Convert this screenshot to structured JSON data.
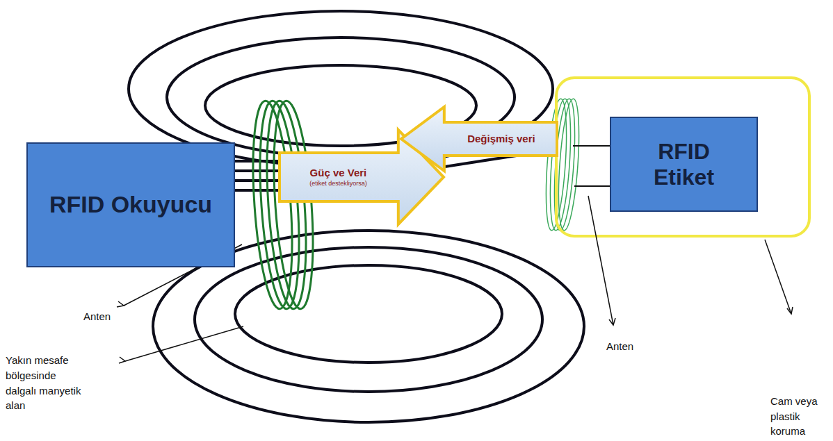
{
  "diagram": {
    "nodes": [
      {
        "text": [
          "RFID Okuyucu"
        ]
      },
      {
        "text": [
          "Güç ve Veri",
          "(etiket destekliyorsa)"
        ]
      },
      {
        "text": [
          "Değişmiş veri"
        ]
      },
      {
        "text": [
          "RFID Etiket"
        ]
      }
    ],
    "labels": [
      "Anten",
      "Yakın mesafe bölgesinde dalgalı manyetik alan",
      "Anten",
      "Cam veya plastik koruma"
    ]
  }
}
